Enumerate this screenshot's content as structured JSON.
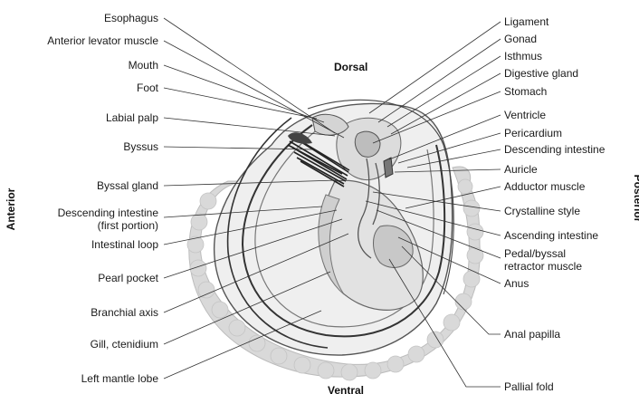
{
  "orientation": {
    "dorsal": "Dorsal",
    "ventral": "Ventral",
    "anterior": "Anterior",
    "posterior": "Posterior"
  },
  "labels_left": [
    {
      "id": "esophagus",
      "text": "Esophagus"
    },
    {
      "id": "anterior-levator-muscle",
      "text": "Anterior levator muscle"
    },
    {
      "id": "mouth",
      "text": "Mouth"
    },
    {
      "id": "foot",
      "text": "Foot"
    },
    {
      "id": "labial-palp",
      "text": "Labial palp"
    },
    {
      "id": "byssus",
      "text": "Byssus"
    },
    {
      "id": "byssal-gland",
      "text": "Byssal gland"
    },
    {
      "id": "descending-intestine-first",
      "text": "Descending intestine",
      "text2": "(first portion)"
    },
    {
      "id": "intestinal-loop",
      "text": "Intestinal loop"
    },
    {
      "id": "pearl-pocket",
      "text": "Pearl pocket"
    },
    {
      "id": "branchial-axis",
      "text": "Branchial axis"
    },
    {
      "id": "gill-ctenidium",
      "text": "Gill, ctenidium"
    },
    {
      "id": "left-mantle-lobe",
      "text": "Left mantle lobe"
    }
  ],
  "labels_right": [
    {
      "id": "ligament",
      "text": "Ligament"
    },
    {
      "id": "gonad",
      "text": "Gonad"
    },
    {
      "id": "isthmus",
      "text": "Isthmus"
    },
    {
      "id": "digestive-gland",
      "text": "Digestive gland"
    },
    {
      "id": "stomach",
      "text": "Stomach"
    },
    {
      "id": "ventricle",
      "text": "Ventricle"
    },
    {
      "id": "pericardium",
      "text": "Pericardium"
    },
    {
      "id": "descending-intestine",
      "text": "Descending intestine"
    },
    {
      "id": "auricle",
      "text": "Auricle"
    },
    {
      "id": "adductor-muscle",
      "text": "Adductor muscle"
    },
    {
      "id": "crystalline-style",
      "text": "Crystalline style"
    },
    {
      "id": "ascending-intestine",
      "text": "Ascending intestine"
    },
    {
      "id": "pedal-byssal-retractor-muscle",
      "text": "Pedal/byssal",
      "text2": "retractor muscle"
    },
    {
      "id": "anus",
      "text": "Anus"
    },
    {
      "id": "anal-papilla",
      "text": "Anal papilla"
    },
    {
      "id": "pallial-fold",
      "text": "Pallial fold"
    }
  ]
}
